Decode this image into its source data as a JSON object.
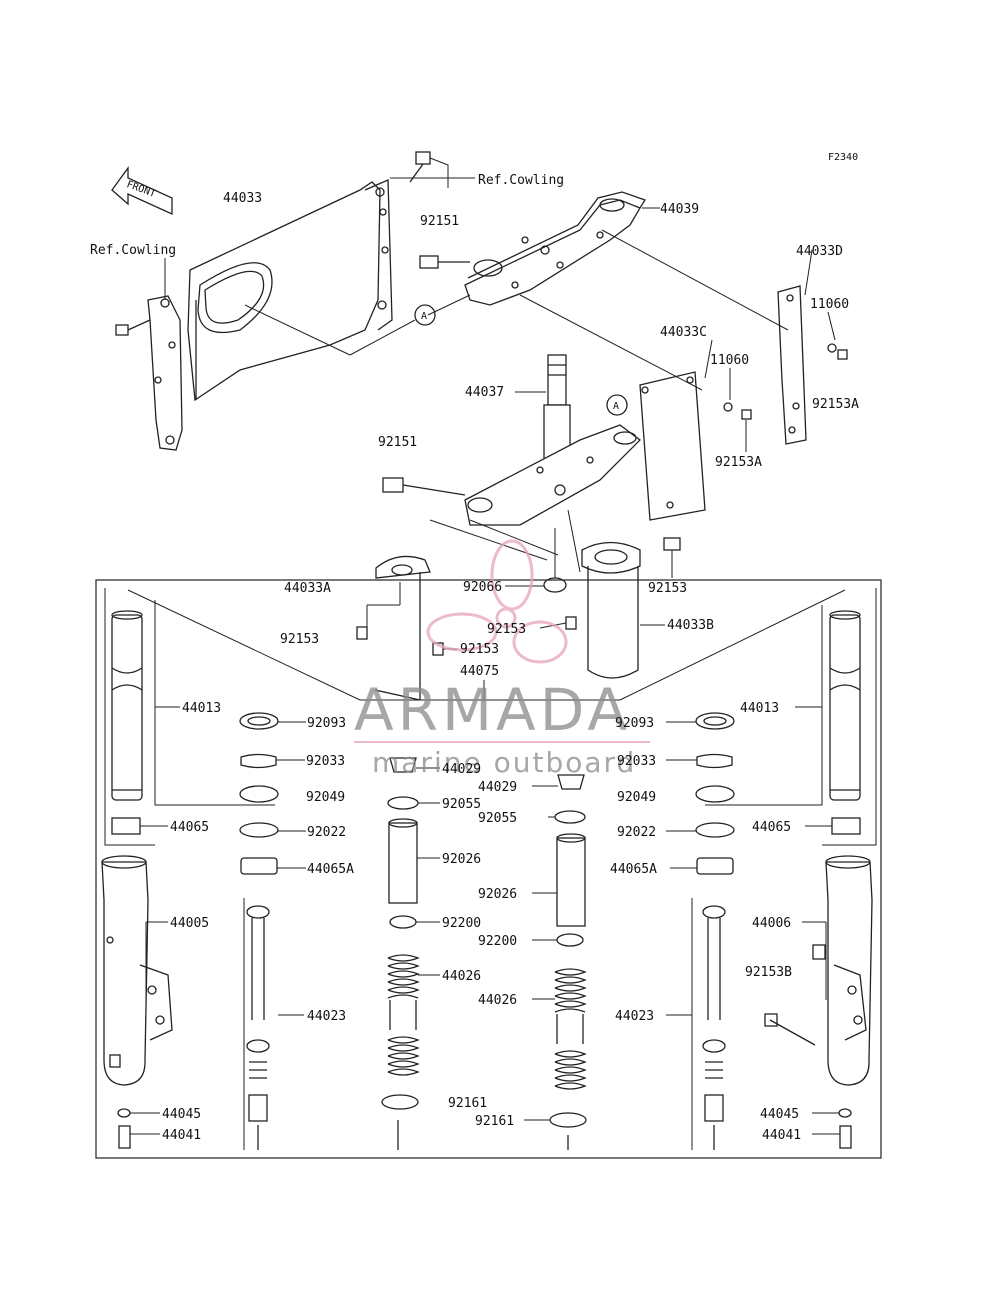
{
  "figure_code": "F2340",
  "front_arrow_label": "FRONT",
  "ref_marker": "A",
  "watermark": {
    "brand": "ARMADA",
    "tagline": "marine outboard",
    "color": "#e8a2c0"
  },
  "labels": {
    "p44033": "44033",
    "refcowl1": "Ref.Cowling",
    "refcowl2": "Ref.Cowling",
    "p92151a": "92151",
    "p44039": "44039",
    "p44033d": "44033D",
    "p11060a": "11060",
    "p44033c": "44033C",
    "p11060b": "11060",
    "p44037": "44037",
    "p92153a1": "92153A",
    "p92153a2": "92153A",
    "p92151b": "92151",
    "p44033a": "44033A",
    "p92066": "92066",
    "p92153r": "92153",
    "p92153l": "92153",
    "p92153c1": "92153",
    "p92153c2": "92153",
    "p44033b": "44033B",
    "p44075": "44075",
    "p44013l": "44013",
    "p44013r": "44013",
    "p92093l": "92093",
    "p92093r": "92093",
    "p92033l": "92033",
    "p92033r": "92033",
    "p44029a": "44029",
    "p44029b": "44029",
    "p92049l": "92049",
    "p92049r": "92049",
    "p92055a": "92055",
    "p92055b": "92055",
    "p44065l": "44065",
    "p44065r": "44065",
    "p92022l": "92022",
    "p92022r": "92022",
    "p92026a": "92026",
    "p92026b": "92026",
    "p44065al": "44065A",
    "p44065ar": "44065A",
    "p44005": "44005",
    "p44006": "44006",
    "p92200a": "92200",
    "p92200b": "92200",
    "p92153b": "92153B",
    "p44026a": "44026",
    "p44026b": "44026",
    "p44023l": "44023",
    "p44023r": "44023",
    "p92161a": "92161",
    "p92161b": "92161",
    "p44045l": "44045",
    "p44045r": "44045",
    "p44041l": "44041",
    "p44041r": "44041"
  }
}
